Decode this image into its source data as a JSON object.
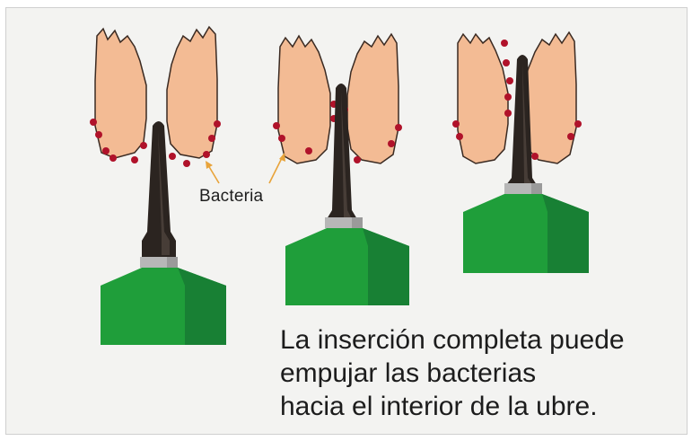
{
  "labels": {
    "bacteria": "Bacteria"
  },
  "caption": {
    "line1": "La inserción completa puede",
    "line2": "empujar las bacterias",
    "line3": "hacia el interior de la ubre."
  },
  "colors": {
    "background": "#f3f3f1",
    "teat": "#f3bb94",
    "teat_outline": "#3a2a22",
    "bacteria": "#b0122a",
    "cannula": "#2b2420",
    "hub": "#b7b7b7",
    "syringe": "#1f9e3a",
    "syringe_shade": "#188034",
    "arrow": "#e8a33a"
  }
}
